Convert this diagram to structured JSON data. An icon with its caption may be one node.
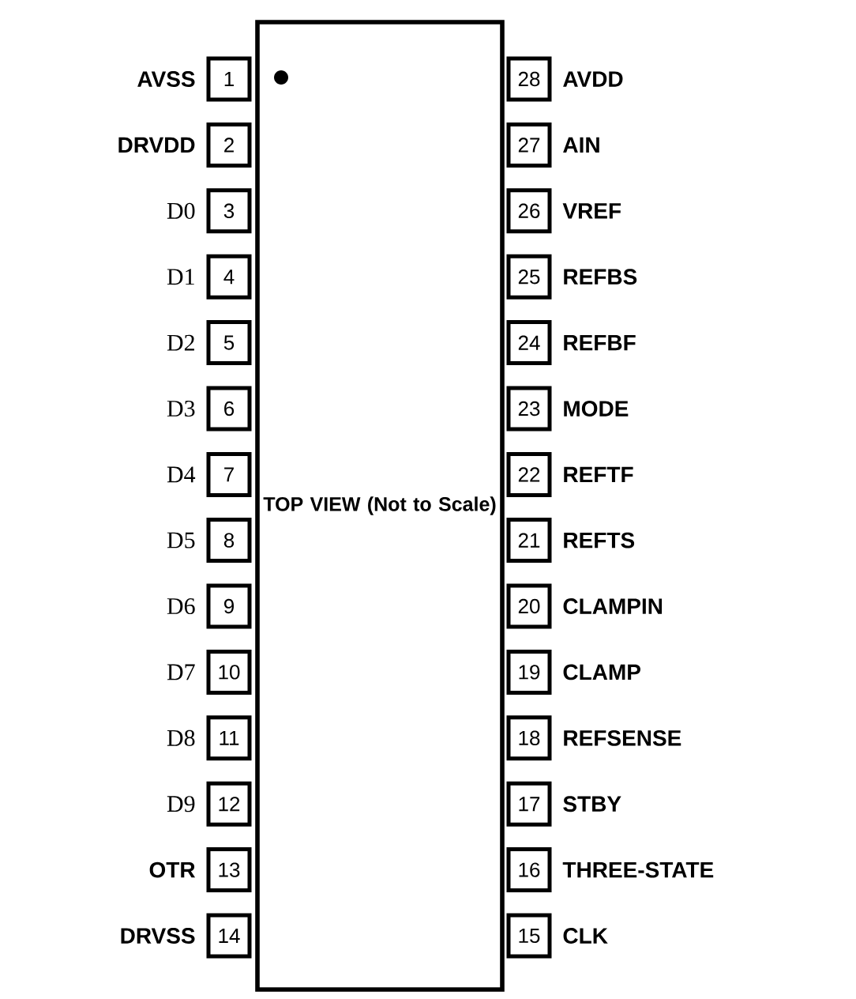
{
  "diagram": {
    "nodes": [
      {
        "text": [
          "TOP VIEW (Not to Scale)"
        ]
      },
      {
        "text": [
          "1"
        ],
        "beside": [
          "AVSS"
        ]
      },
      {
        "text": [
          "2"
        ],
        "beside": [
          "DRVDD"
        ]
      },
      {
        "text": [
          "3"
        ],
        "beside": [
          "D0"
        ]
      },
      {
        "text": [
          "4"
        ],
        "beside": [
          "D1"
        ]
      },
      {
        "text": [
          "5"
        ],
        "beside": [
          "D2"
        ]
      },
      {
        "text": [
          "6"
        ],
        "beside": [
          "D3"
        ]
      },
      {
        "text": [
          "7"
        ],
        "beside": [
          "D4"
        ]
      },
      {
        "text": [
          "8"
        ],
        "beside": [
          "D5"
        ]
      },
      {
        "text": [
          "9"
        ],
        "beside": [
          "D6"
        ]
      },
      {
        "text": [
          "10"
        ],
        "beside": [
          "D7"
        ]
      },
      {
        "text": [
          "11"
        ],
        "beside": [
          "D8"
        ]
      },
      {
        "text": [
          "12"
        ],
        "beside": [
          "D9"
        ]
      },
      {
        "text": [
          "13"
        ],
        "beside": [
          "OTR"
        ]
      },
      {
        "text": [
          "14"
        ],
        "beside": [
          "DRVSS"
        ]
      },
      {
        "text": [
          "15"
        ],
        "beside": [
          "CLK"
        ]
      },
      {
        "text": [
          "16"
        ],
        "beside": [
          "THREE-STATE"
        ]
      },
      {
        "text": [
          "17"
        ],
        "beside": [
          "STBY"
        ]
      },
      {
        "text": [
          "18"
        ],
        "beside": [
          "REFSENSE"
        ]
      },
      {
        "text": [
          "19"
        ],
        "beside": [
          "CLAMP"
        ]
      },
      {
        "text": [
          "20"
        ],
        "beside": [
          "CLAMPIN"
        ]
      },
      {
        "text": [
          "21"
        ],
        "beside": [
          "REFTS"
        ]
      },
      {
        "text": [
          "22"
        ],
        "beside": [
          "REFTF"
        ]
      },
      {
        "text": [
          "23"
        ],
        "beside": [
          "MODE"
        ]
      },
      {
        "text": [
          "24"
        ],
        "beside": [
          "REFBF"
        ]
      },
      {
        "text": [
          "25"
        ],
        "beside": [
          "REFBS"
        ]
      },
      {
        "text": [
          "26"
        ],
        "beside": [
          "VREF"
        ]
      },
      {
        "text": [
          "27"
        ],
        "beside": [
          "AIN"
        ]
      },
      {
        "text": [
          "28"
        ],
        "beside": [
          "AVDD"
        ]
      }
    ]
  }
}
